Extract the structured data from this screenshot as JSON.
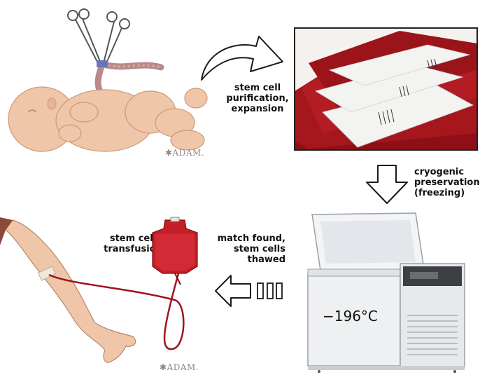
{
  "steps": {
    "purification": "stem cell\npurification,\nexpansion",
    "cryogenic": "cryogenic\npreservation\n(freezing)",
    "match": "match found,\nstem cells\nthawed",
    "transfusion": "stem cell\ntransfusion"
  },
  "freezer": {
    "temperature": "−196°C"
  },
  "watermarks": {
    "top": "✱ADAM.",
    "bottom": "✱ADAM."
  },
  "colors": {
    "blood": "#a0151c",
    "skin": "#f0c6a8",
    "freezer_body": "#eef0f2",
    "arrow_stroke": "#1a1a1a"
  }
}
